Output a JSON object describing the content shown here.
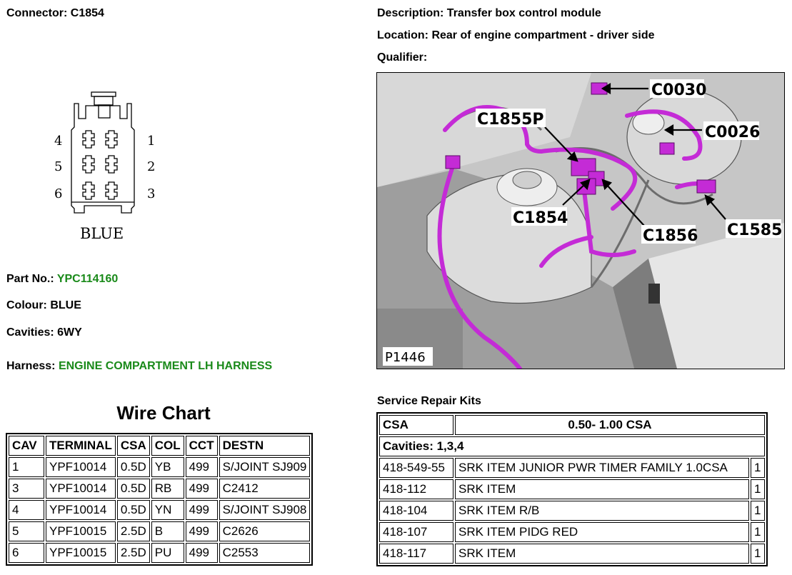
{
  "header": {
    "connector_label": "Connector:",
    "connector_value": "C1854",
    "description_label": "Description:",
    "description_value": "Transfer box control module",
    "location_label": "Location:",
    "location_value": "Rear of engine compartment - driver side",
    "qualifier_label": "Qualifier:",
    "qualifier_value": ""
  },
  "connector_diagram": {
    "color_text": "BLUE",
    "pins_left": [
      "4",
      "5",
      "6"
    ],
    "pins_right": [
      "1",
      "2",
      "3"
    ]
  },
  "details": {
    "part_label": "Part No.:",
    "part_value": "YPC114160",
    "colour_label": "Colour:",
    "colour_value": "BLUE",
    "cavities_label": "Cavities:",
    "cavities_value": "6WY",
    "harness_label": "Harness:",
    "harness_value": "ENGINE COMPARTMENT LH HARNESS"
  },
  "photo": {
    "callouts": [
      "C0030",
      "C1855P",
      "C0026",
      "C1854",
      "C1856",
      "C1585"
    ],
    "ref": "P1446",
    "highlight_color": "#c42bd6"
  },
  "wire_chart": {
    "title": "Wire Chart",
    "headers": [
      "CAV",
      "TERMINAL",
      "CSA",
      "COL",
      "CCT",
      "DESTN"
    ],
    "rows": [
      [
        "1",
        "YPF10014",
        "0.5D",
        "YB",
        "499",
        "S/JOINT SJ909"
      ],
      [
        "3",
        "YPF10014",
        "0.5D",
        "RB",
        "499",
        "C2412"
      ],
      [
        "4",
        "YPF10014",
        "0.5D",
        "YN",
        "499",
        "S/JOINT SJ908"
      ],
      [
        "5",
        "YPF10015",
        "2.5D",
        "B",
        "499",
        "C2626"
      ],
      [
        "6",
        "YPF10015",
        "2.5D",
        "PU",
        "499",
        "C2553"
      ]
    ]
  },
  "service_kits": {
    "title": "Service Repair Kits",
    "csa_label": "CSA",
    "csa_value": "0.50- 1.00 CSA",
    "cavities_text": "Cavities: 1,3,4",
    "rows": [
      [
        "418-549-55",
        "SRK ITEM JUNIOR PWR TIMER FAMILY 1.0CSA",
        "1"
      ],
      [
        "418-112",
        "SRK ITEM",
        "1"
      ],
      [
        "418-104",
        "SRK ITEM R/B",
        "1"
      ],
      [
        "418-107",
        "SRK ITEM PIDG RED",
        "1"
      ],
      [
        "418-117",
        "SRK ITEM",
        "1"
      ]
    ]
  }
}
